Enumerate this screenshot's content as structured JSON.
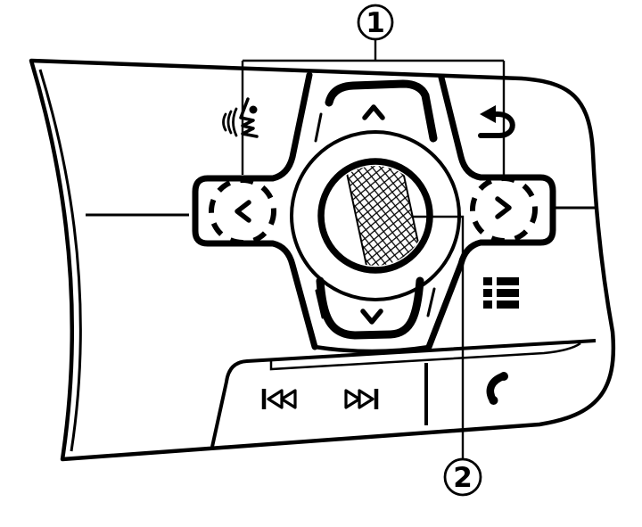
{
  "figure": {
    "type": "line-illustration",
    "subject": "steering-wheel-control-switches",
    "colors": {
      "ink": "#000000",
      "background": "#ffffff"
    },
    "callouts": {
      "c1": {
        "label": "1",
        "points_to": "left and right tilt switches (dashed circles)"
      },
      "c2": {
        "label": "2",
        "points_to": "center cross-hatched dial"
      }
    },
    "icons": {
      "voice": "voice-control-icon",
      "back": "return-arrow-icon",
      "up": "up-chevron-icon",
      "down": "down-chevron-icon",
      "left": "left-chevron-icon",
      "right": "right-chevron-icon",
      "dial": "crosshatched-dial",
      "menu": "list-menu-icon",
      "prev": "previous-track-icon",
      "next": "next-track-icon",
      "phone": "phone-handset-icon"
    }
  }
}
